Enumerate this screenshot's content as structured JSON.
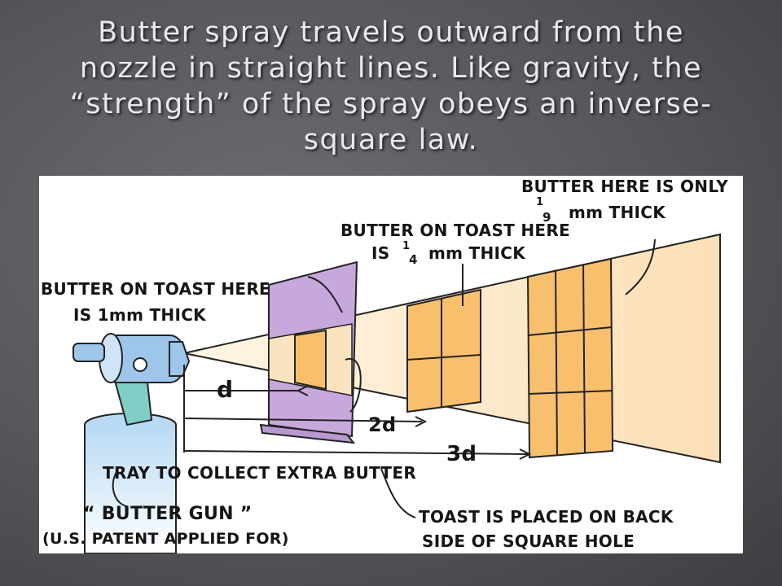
{
  "slide": {
    "title_lines": [
      "Butter spray travels outward from the",
      "nozzle in straight lines. Like gravity, the",
      "“strength” of the spray obeys an inverse-",
      "square law."
    ]
  },
  "diagram": {
    "label_1mm_line1": "BUTTER ON TOAST HERE",
    "label_1mm_line2": "IS 1mm THICK",
    "label_quarter_line1": "BUTTER ON TOAST HERE",
    "label_quarter_line2_pre": "IS",
    "label_quarter_num": "1",
    "label_quarter_den": "4",
    "label_quarter_line2_post": "mm THICK",
    "label_ninth_line1": "BUTTER HERE IS ONLY",
    "label_ninth_num": "1",
    "label_ninth_den": "9",
    "label_ninth_line2_post": "mm THICK",
    "dist_d": "d",
    "dist_2d": "2d",
    "dist_3d": "3d",
    "tray_label": "TRAY TO COLLECT EXTRA BUTTER",
    "gun_label": "“ BUTTER GUN ”",
    "patent_label": "(U.S. PATENT APPLIED FOR)",
    "toast_note_line1": "TOAST IS PLACED ON BACK",
    "toast_note_line2": "SIDE OF SQUARE HOLE",
    "colors": {
      "spray": "#fde7c4",
      "toast": "#f8c06c",
      "panel": "#c7a8dc",
      "gun_body": "#9ec6ea",
      "gun_stand": "#7fcfc7"
    }
  }
}
